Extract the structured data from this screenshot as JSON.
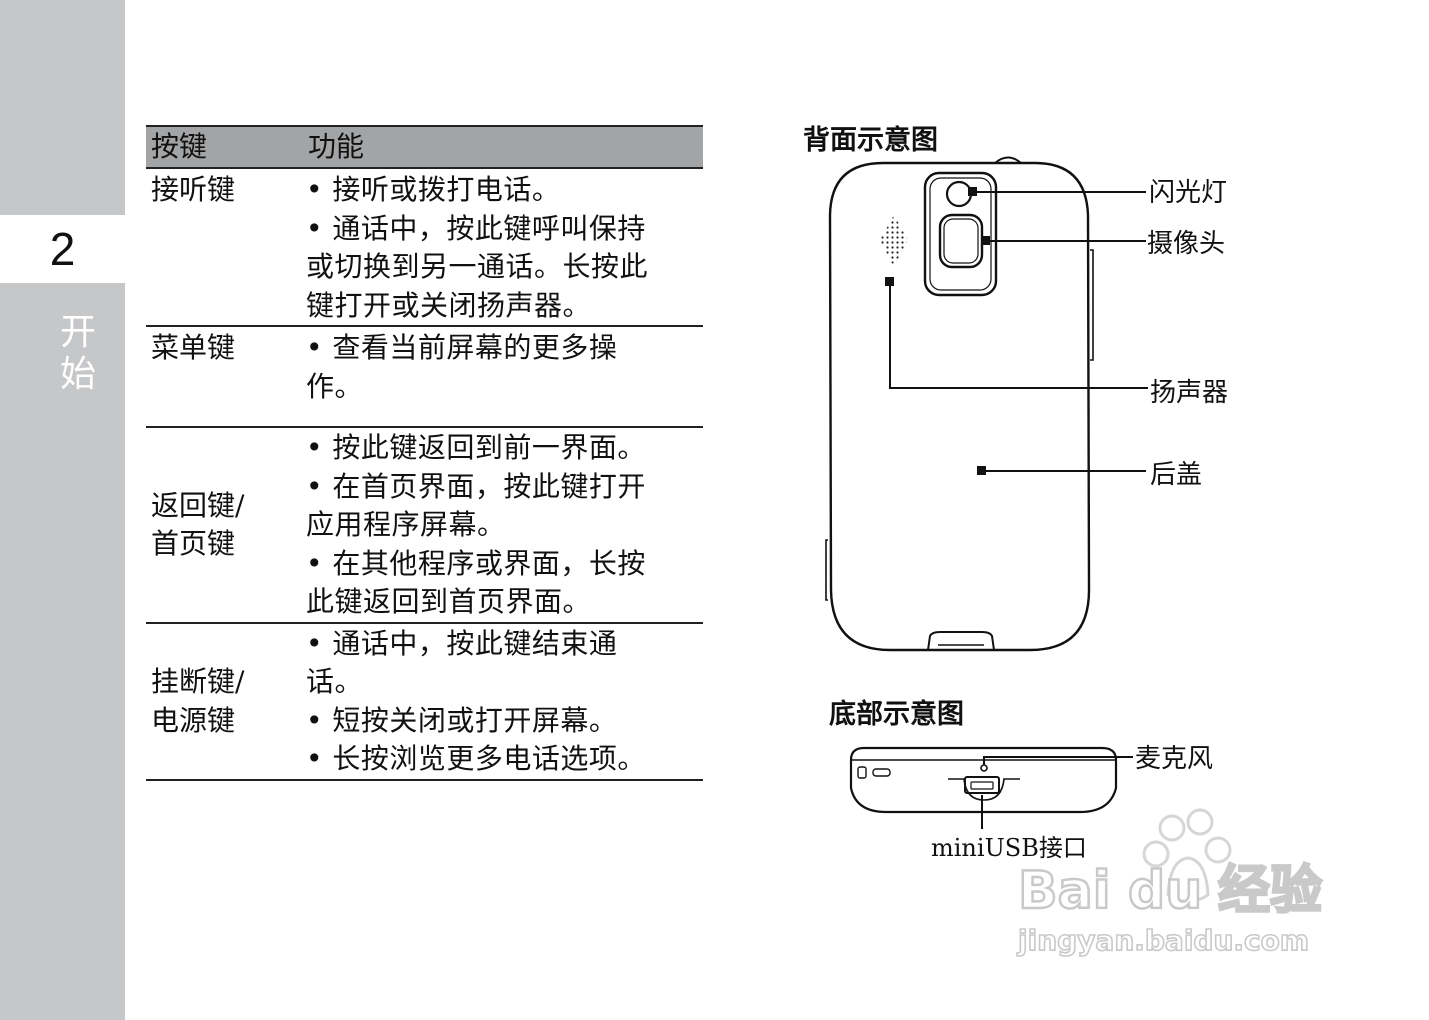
{
  "sidebar": {
    "chapter_number": "2",
    "chapter_title": "开始"
  },
  "table": {
    "headers": {
      "key": "按键",
      "function": "功能"
    },
    "rows": [
      {
        "key_lines": [
          "接听键"
        ],
        "function_lines": [
          "• 接听或拨打电话。",
          "• 通话中，按此键呼叫保持",
          "或切换到另一通话。长按此",
          "键打开或关闭扬声器。"
        ]
      },
      {
        "key_lines": [
          "菜单键"
        ],
        "function_lines": [
          "• 查看当前屏幕的更多操",
          "作。"
        ]
      },
      {
        "key_lines": [
          "返回键/",
          "首页键"
        ],
        "function_lines": [
          "• 按此键返回到前一界面。",
          "• 在首页界面，按此键打开",
          "应用程序屏幕。",
          "• 在其他程序或界面，长按",
          "此键返回到首页界面。"
        ]
      },
      {
        "key_lines": [
          "挂断键/",
          "电源键"
        ],
        "function_lines": [
          "• 通话中，按此键结束通",
          "话。",
          "• 短按关闭或打开屏幕。",
          "• 长按浏览更多电话选项。"
        ]
      }
    ]
  },
  "back_view": {
    "title": "背面示意图",
    "callouts": {
      "flash": "闪光灯",
      "camera": "摄像头",
      "speaker": "扬声器",
      "cover": "后盖"
    }
  },
  "bottom_view": {
    "title": "底部示意图",
    "callouts": {
      "microphone": "麦克风",
      "mini_usb": "miniUSB接口"
    }
  },
  "watermark": {
    "brand": "Bai du 经验",
    "url": "jingyan.baidu.com"
  },
  "colors": {
    "side_band": "#c6c7c9",
    "table_header": "#a3a4a6"
  }
}
